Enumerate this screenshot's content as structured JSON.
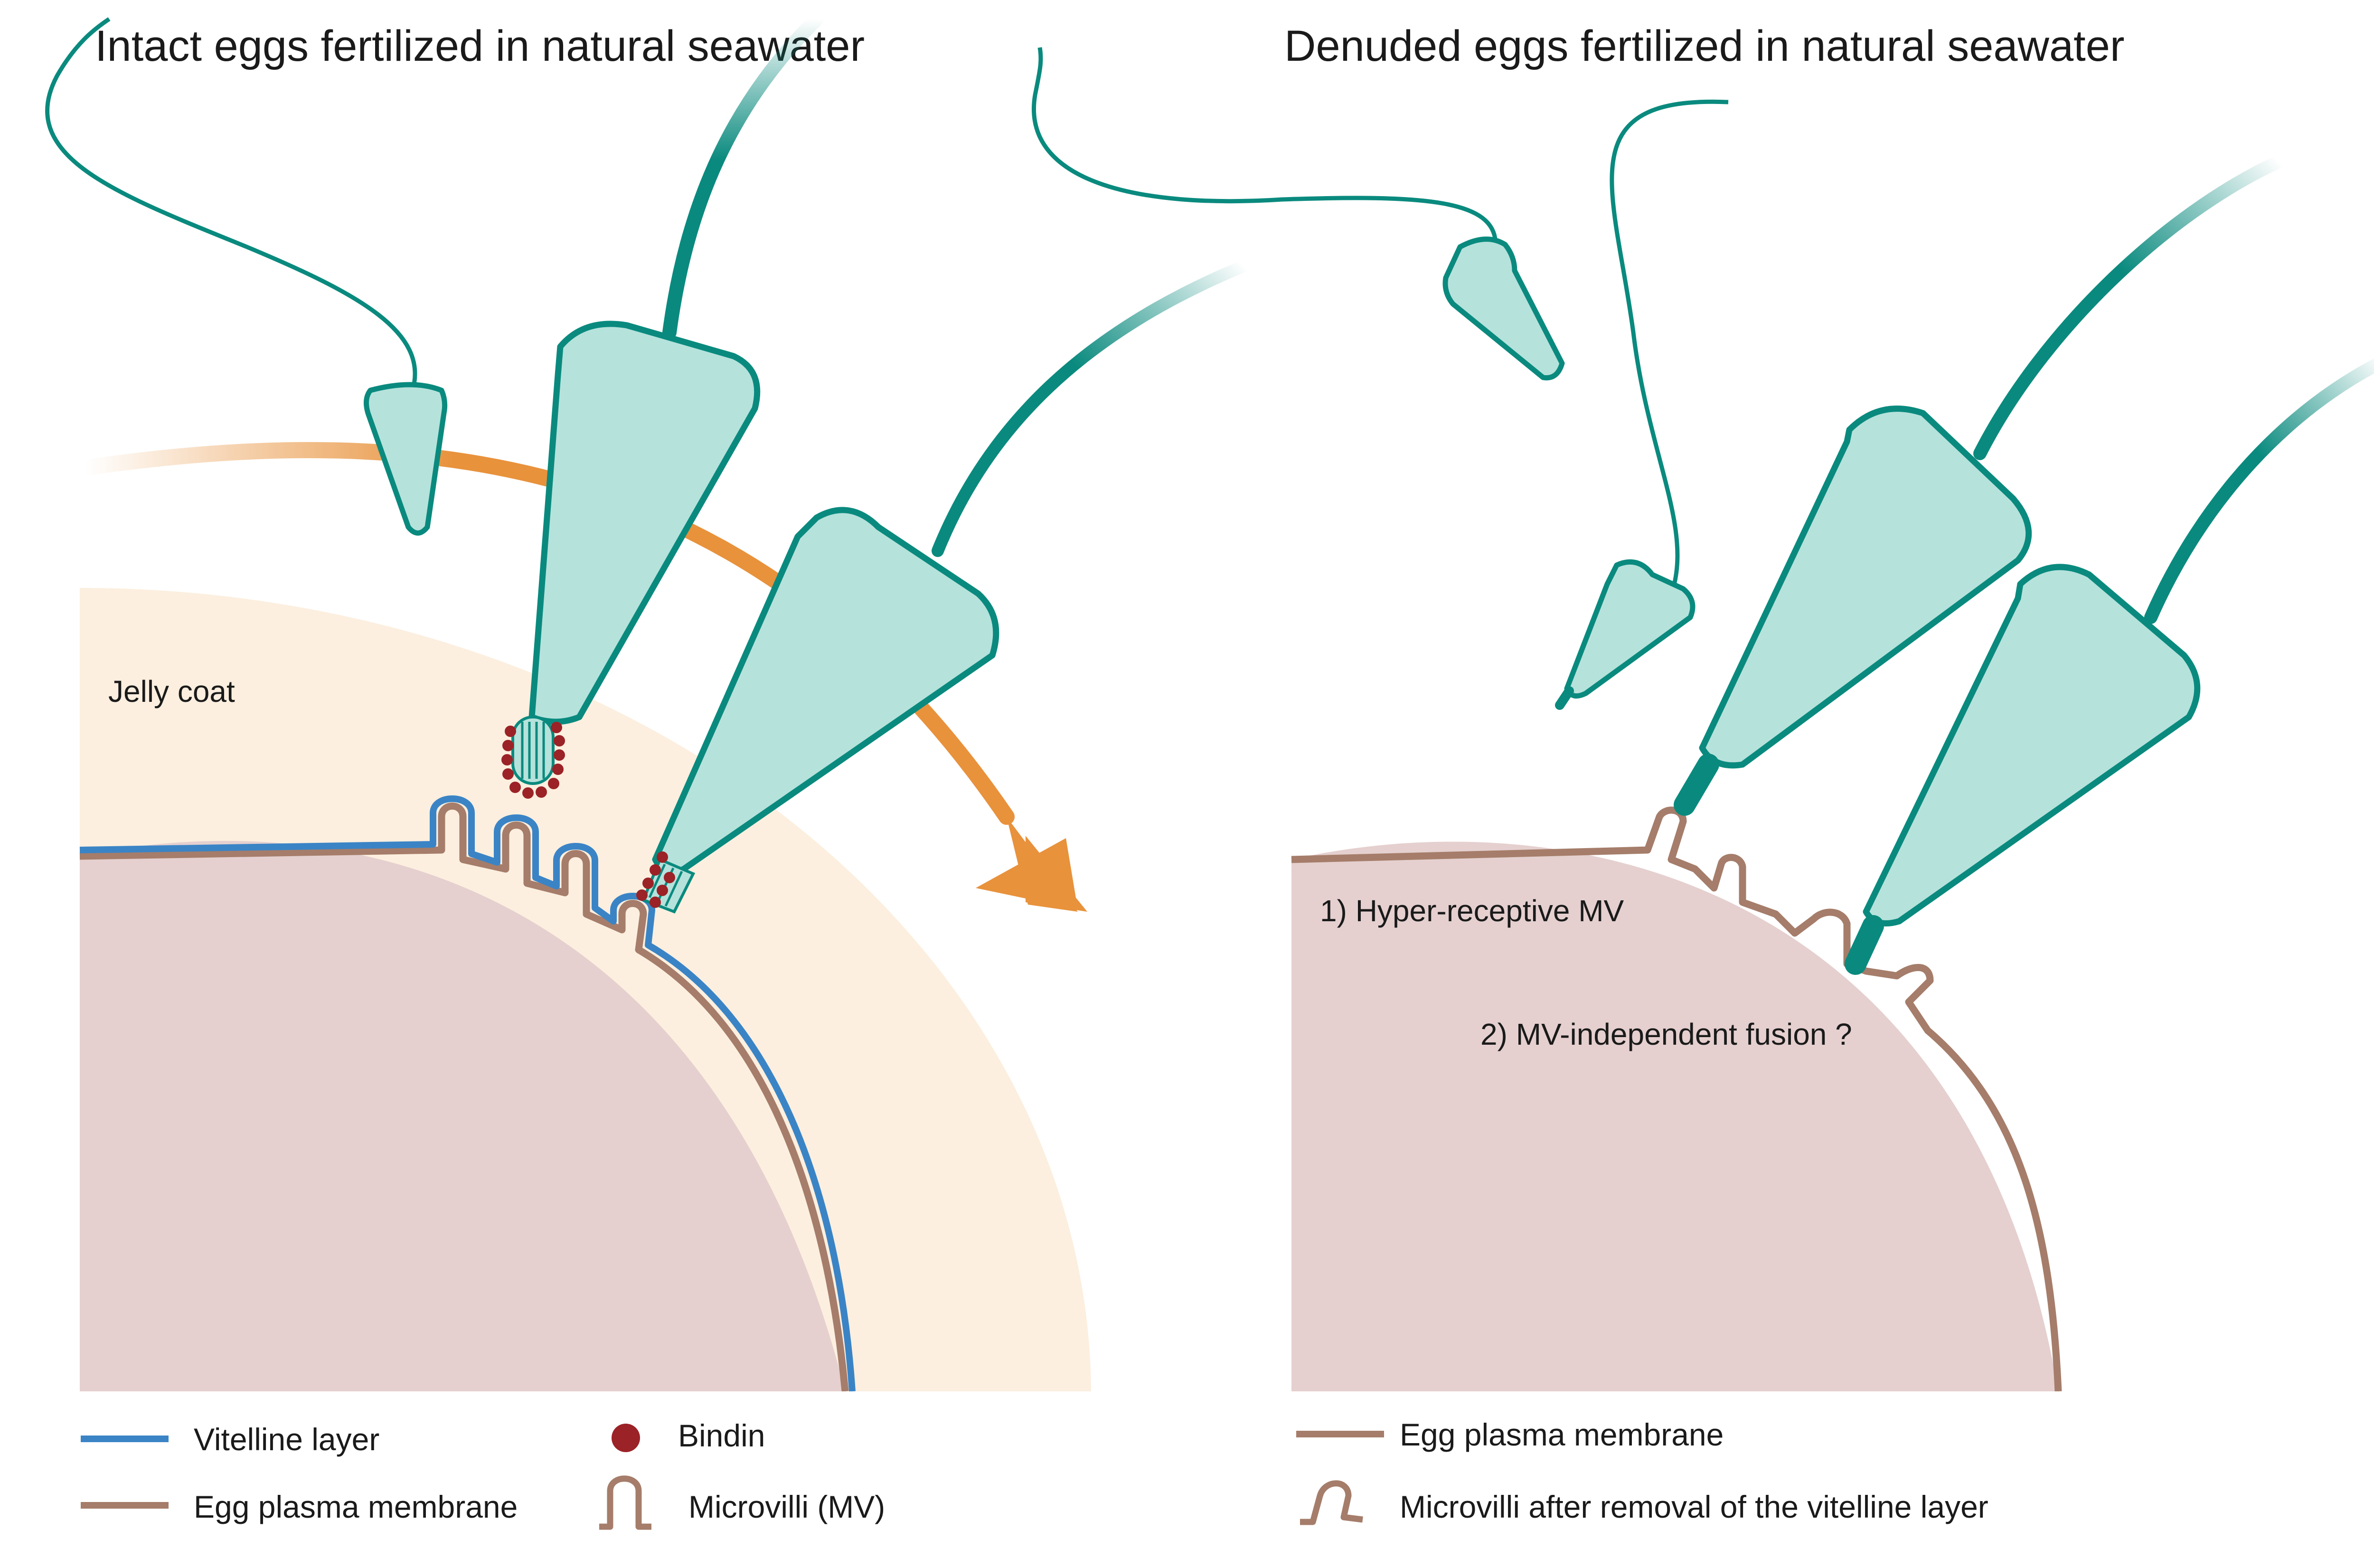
{
  "left_panel": {
    "title": "Intact eggs fertilized in natural seawater",
    "jelly_label": "Jelly coat",
    "legend": {
      "vitelline": "Vitelline layer",
      "membrane": "Egg plasma membrane",
      "bindin": "Bindin",
      "microvilli": "Microvilli (MV)"
    }
  },
  "right_panel": {
    "title": "Denuded eggs fertilized in natural seawater",
    "label_1": "1) Hyper-receptive MV",
    "label_2": "2) MV-independent fusion ?",
    "legend": {
      "membrane": "Egg plasma membrane",
      "microvilli": "Microvilli after removal of the vitelline layer"
    }
  },
  "colors": {
    "jelly": "#fcefdf",
    "egg": "#e5d0cf",
    "membrane": "#a57d6a",
    "vitelline": "#3a84c6",
    "sperm_fill": "#b6e2dc",
    "sperm_stroke": "#0a8a7e",
    "bindin": "#9b2226",
    "arrow": "#e8923c"
  },
  "icons": {
    "bindin": "red-dot-icon",
    "microvilli": "microvillus-shape-icon"
  }
}
